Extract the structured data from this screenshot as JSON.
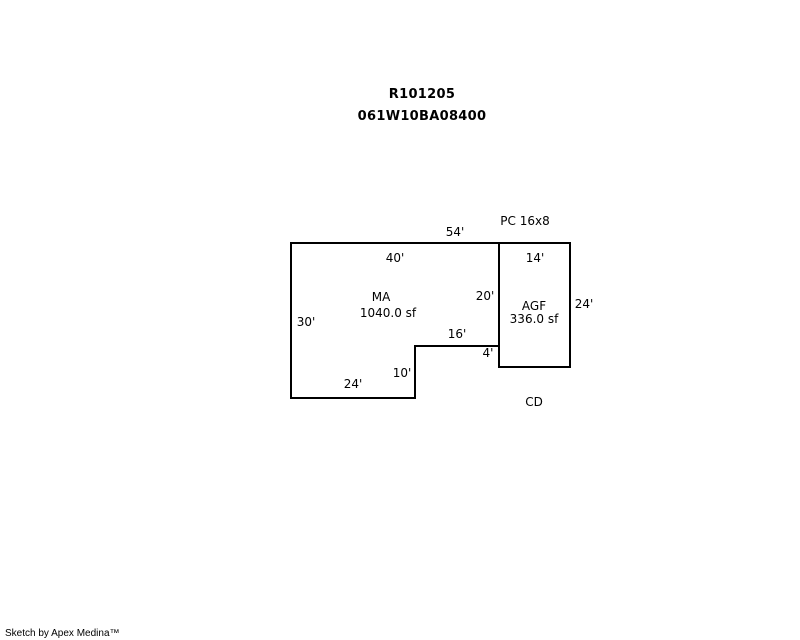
{
  "header": {
    "record_id": "R101205",
    "parcel_id": "061W10BA08400"
  },
  "areas": {
    "ma": {
      "code": "MA",
      "area": "1040.0 sf"
    },
    "agf": {
      "code": "AGF",
      "area": "336.0 sf"
    }
  },
  "labels": {
    "pc": "PC 16x8",
    "cd": "CD"
  },
  "dimensions": {
    "top_total": "54'",
    "ma_top": "40'",
    "agf_top": "14'",
    "ma_left": "30'",
    "ma_inner_right": "20'",
    "agf_right": "24'",
    "step_horizontal": "16'",
    "step_small": "4'",
    "step_vertical": "10'",
    "ma_bottom": "24'"
  },
  "footer": {
    "credit": "Sketch by Apex Medina™"
  }
}
